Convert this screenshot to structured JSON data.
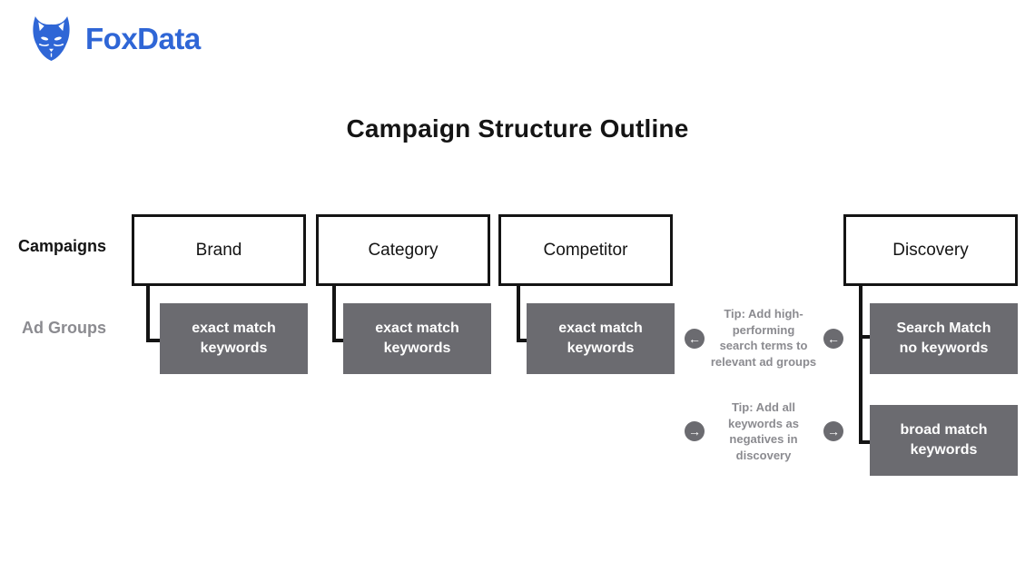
{
  "logo": {
    "brand_name": "FoxData",
    "icon": "fox-head-icon",
    "brand_color": "#2f66d6"
  },
  "title": "Campaign Structure Outline",
  "row_labels": {
    "campaigns": "Campaigns",
    "ad_groups": "Ad Groups"
  },
  "campaigns": [
    {
      "label": "Brand"
    },
    {
      "label": "Category"
    },
    {
      "label": "Competitor"
    },
    {
      "label": "Discovery"
    }
  ],
  "ad_groups": [
    {
      "campaign": "Brand",
      "lines": [
        "exact match",
        "keywords"
      ]
    },
    {
      "campaign": "Category",
      "lines": [
        "exact match",
        "keywords"
      ]
    },
    {
      "campaign": "Competitor",
      "lines": [
        "exact match",
        "keywords"
      ]
    },
    {
      "campaign": "Discovery",
      "lines": [
        "Search Match",
        "no keywords"
      ]
    },
    {
      "campaign": "Discovery",
      "lines": [
        "broad match",
        "keywords"
      ]
    }
  ],
  "tips": [
    {
      "lines": [
        "Tip: Add high-",
        "performing",
        "search terms to",
        "relevant ad groups"
      ],
      "direction": "left",
      "arrow_glyph": "←"
    },
    {
      "lines": [
        "Tip: Add all",
        "keywords as",
        "negatives in",
        "discovery"
      ],
      "direction": "right",
      "arrow_glyph": "→"
    }
  ],
  "colors": {
    "accent_blue": "#2f66d6",
    "box_border_black": "#141414",
    "adgroup_gray": "#6b6b70",
    "muted_text_gray": "#8b8b90"
  }
}
